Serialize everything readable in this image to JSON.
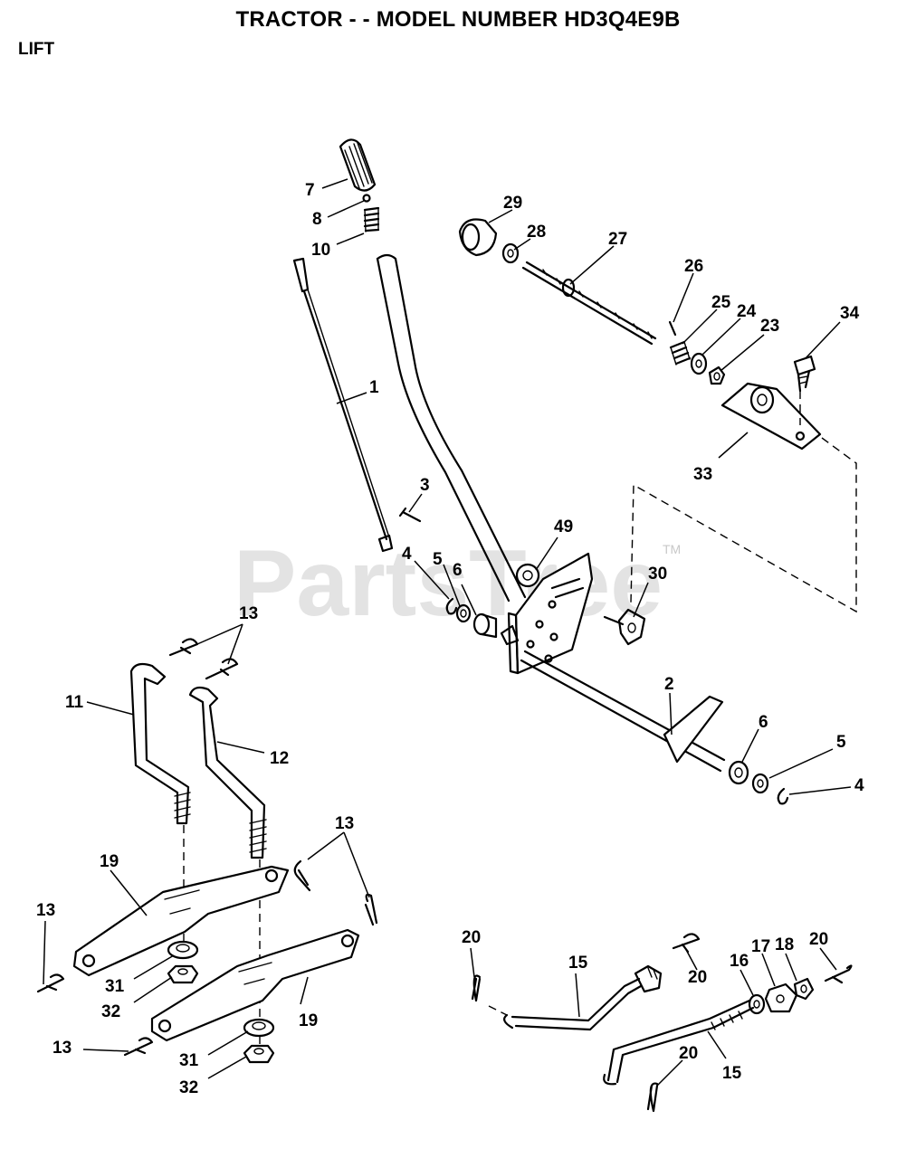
{
  "header": {
    "title": "TRACTOR - - MODEL NUMBER HD3Q4E9B",
    "section": "LIFT"
  },
  "watermark": {
    "text": "PartsTree",
    "tm": "TM"
  },
  "callouts": {
    "p1": "1",
    "p2": "2",
    "p3": "3",
    "p4a": "4",
    "p4b": "4",
    "p5a": "5",
    "p5b": "5",
    "p6a": "6",
    "p6b": "6",
    "p7": "7",
    "p8": "8",
    "p10": "10",
    "p11": "11",
    "p12": "12",
    "p13a": "13",
    "p13b": "13",
    "p13c": "13",
    "p13d": "13",
    "p15a": "15",
    "p15b": "15",
    "p16": "16",
    "p17": "17",
    "p18": "18",
    "p19a": "19",
    "p19b": "19",
    "p20a": "20",
    "p20b": "20",
    "p20c": "20",
    "p20d": "20",
    "p23": "23",
    "p24": "24",
    "p25": "25",
    "p26": "26",
    "p27": "27",
    "p28": "28",
    "p29": "29",
    "p30": "30",
    "p31a": "31",
    "p31b": "31",
    "p32a": "32",
    "p32b": "32",
    "p33": "33",
    "p34": "34",
    "p49": "49"
  },
  "colors": {
    "ink": "#000000",
    "watermark": "#c8c8c8",
    "background": "#ffffff"
  }
}
